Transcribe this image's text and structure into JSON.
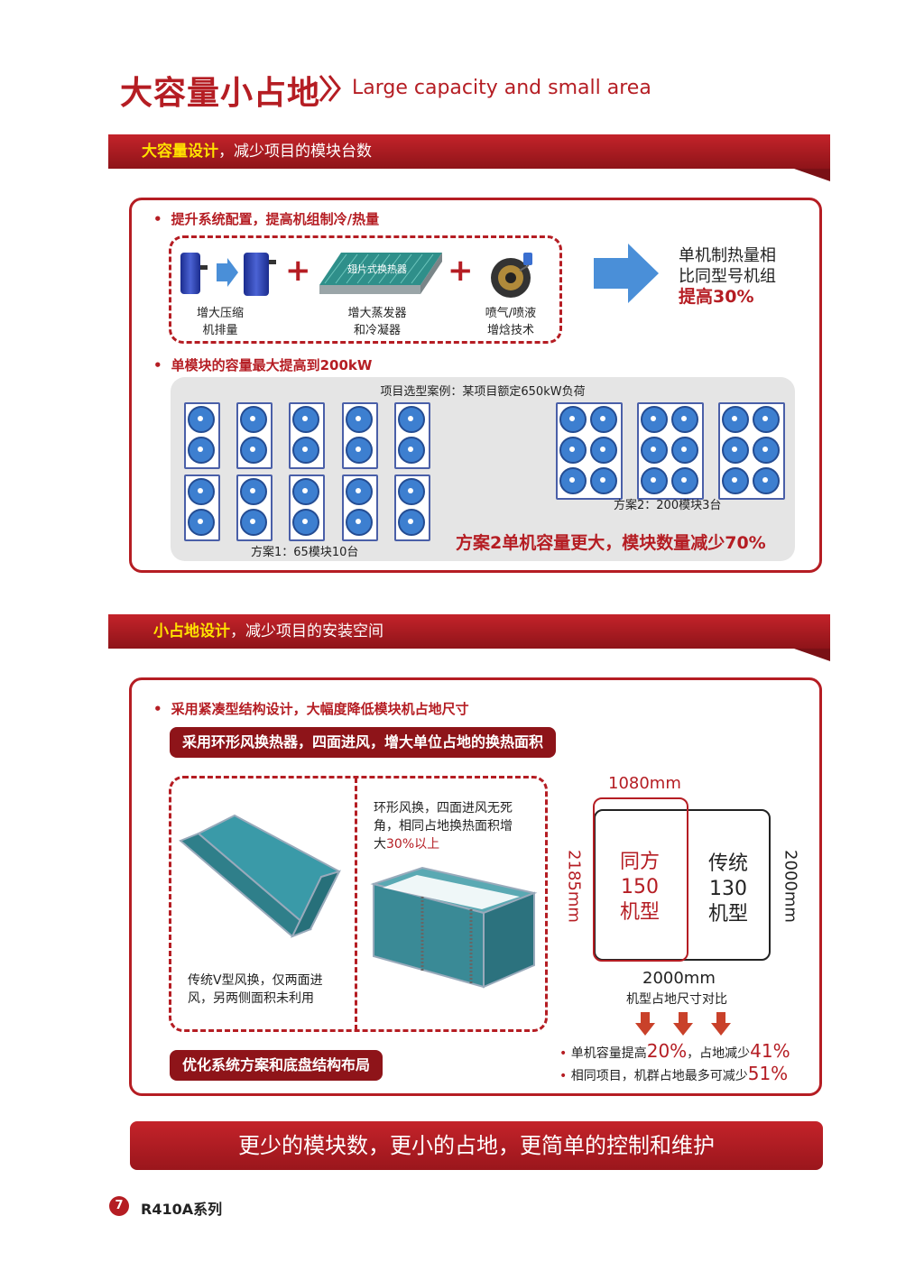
{
  "header": {
    "title_cn": "大容量小占地",
    "title_en": "Large capacity and small area"
  },
  "section1": {
    "bar_highlight": "大容量设计",
    "bar_text": "，减少项目的模块台数",
    "bullet1": "提升系统配置，提高机组制冷/热量",
    "items": [
      {
        "label_line1": "增大压缩",
        "label_line2": "机排量"
      },
      {
        "label_line1": "增大蒸发器",
        "label_line2": "和冷凝器"
      },
      {
        "label_line1": "喷气/喷液",
        "label_line2": "增焓技术"
      }
    ],
    "coil_label": "翅片式换热器",
    "result_line1": "单机制热量相",
    "result_line2": "比同型号机组",
    "result_line3": "提高30%",
    "bullet2": "单模块的容量最大提高到200kW",
    "case_title": "项目选型案例：某项目额定650kW负荷",
    "scheme1": "方案1：65模块10台",
    "scheme2": "方案2：200模块3台",
    "conclusion": "方案2单机容量更大，模块数量减少70%"
  },
  "section2": {
    "bar_highlight": "小占地设计",
    "bar_text": "，减少项目的安装空间",
    "bullet1": "采用紧凑型结构设计，大幅度降低模块机占地尺寸",
    "pill1": "采用环形风换热器，四面进风，增大单位占地的换热面积",
    "v_caption_line1": "传统V型风换，仅两面进",
    "v_caption_line2": "风，另两侧面积未利用",
    "ring_caption_line1": "环形风换，四面进风无死",
    "ring_caption_line2": "角，相同占地换热面积增",
    "ring_caption_line3_pre": "大",
    "ring_caption_line3_red": "30%以上",
    "pill2": "优化系统方案和底盘结构布局",
    "dim_top": "1080mm",
    "dim_left": "2185mm",
    "dim_right": "2000mm",
    "dim_bottom": "2000mm",
    "new_model_l1": "同方",
    "new_model_l2": "150",
    "new_model_l3": "机型",
    "old_model_l1": "传统",
    "old_model_l2": "130",
    "old_model_l3": "机型",
    "compare_caption": "机型占地尺寸对比",
    "result1_a": "单机容量提高",
    "result1_b": "20%",
    "result1_c": "，占地减少",
    "result1_d": "41%",
    "result2_a": "相同项目，机群占地最多可减少",
    "result2_b": "51%"
  },
  "banner": "更少的模块数，更小的占地，更简单的控制和维护",
  "footer": {
    "page_number": "7",
    "series": "R410A系列"
  },
  "colors": {
    "brand_red": "#b51d23",
    "dark_red": "#8e1419",
    "highlight_yellow": "#ffe200",
    "arrow_blue": "#4a8fd8"
  }
}
